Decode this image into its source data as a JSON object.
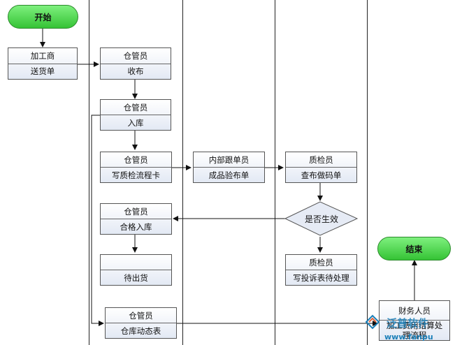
{
  "start_label": "开始",
  "end_label": "结束",
  "boxes": {
    "supplier": {
      "top": "加工商",
      "bottom": "送货单"
    },
    "keeper_receive": {
      "top": "仓管员",
      "bottom": "收布"
    },
    "keeper_stock_in": {
      "top": "仓管员",
      "bottom": "入库"
    },
    "keeper_qc_card": {
      "top": "仓管员",
      "bottom": "写质检流程卡"
    },
    "internal_acceptance": {
      "top": "内部跟单员",
      "bottom": "成品验布单"
    },
    "qc_inspect": {
      "top": "质检员",
      "bottom": "查布做码单"
    },
    "keeper_pass_in": {
      "top": "仓管员",
      "bottom": "合格入库"
    },
    "pending_shipment": {
      "top": "",
      "bottom": "待出货"
    },
    "qc_complaint": {
      "top": "质检员",
      "bottom": "写投诉表待处理"
    },
    "keeper_dynamic": {
      "top": "仓管员",
      "bottom": "仓库动态表"
    },
    "finance": {
      "top": "财务人员",
      "mid": "加工费用结算处",
      "bottom": "理流程"
    }
  },
  "decision_label": "是否生效",
  "watermark": {
    "brand": "泛普软件",
    "url": "www.fanpu"
  },
  "colors": {
    "start_end_fill": "#4cd64c",
    "box_fill": "#e8edf6",
    "line": "#222222"
  }
}
